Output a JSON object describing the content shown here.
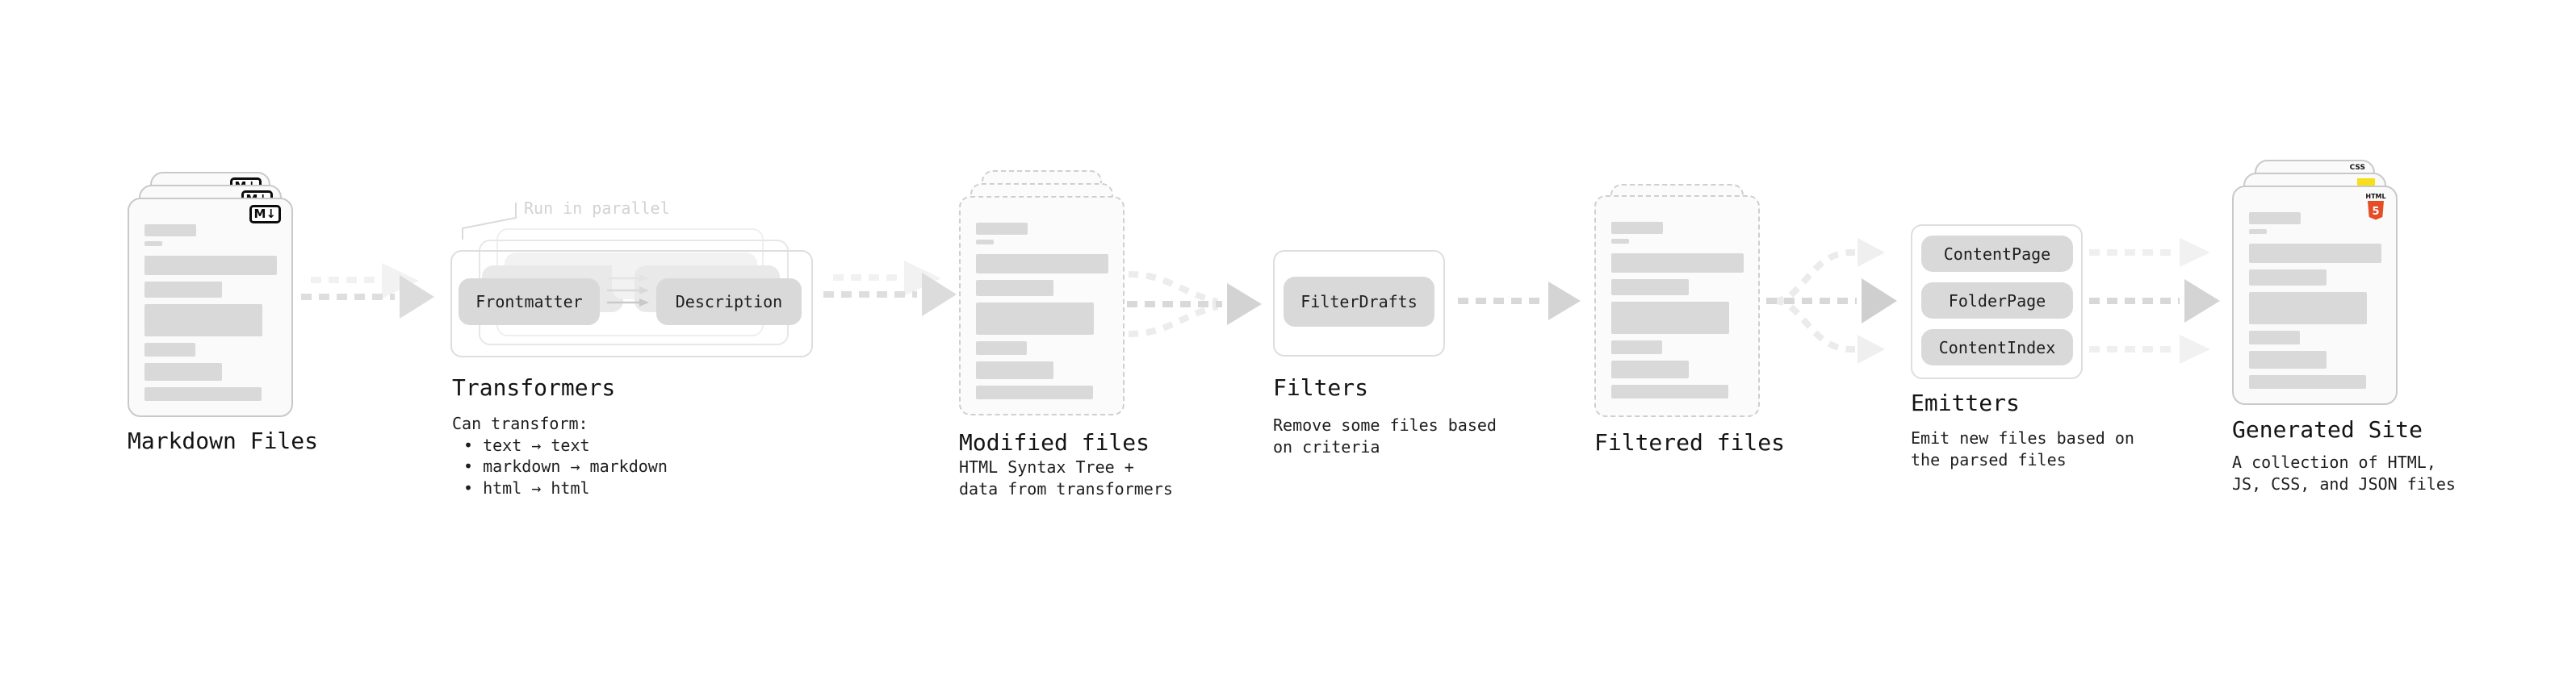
{
  "diagram": {
    "markdown_files": {
      "label": "Markdown Files",
      "badge": "M↓"
    },
    "transformers": {
      "title": "Transformers",
      "note": "Run in parallel",
      "chip_left": "Frontmatter",
      "chip_right": "Description",
      "intro": "Can transform:",
      "bullets": [
        "• text → text",
        "• markdown → markdown",
        "• html → html"
      ]
    },
    "modified_files": {
      "label": "Modified files",
      "subtitle": "HTML Syntax Tree +\ndata from transformers"
    },
    "filters": {
      "title": "Filters",
      "chip": "FilterDrafts",
      "subtitle": "Remove some files based\non criteria"
    },
    "filtered_files": {
      "label": "Filtered files"
    },
    "emitters": {
      "title": "Emitters",
      "chips": [
        "ContentPage",
        "FolderPage",
        "ContentIndex"
      ],
      "subtitle": "Emit new files based on\nthe parsed files"
    },
    "generated_site": {
      "label": "Generated Site",
      "subtitle": "A collection of HTML,\nJS, CSS, and JSON files",
      "css_badge": "CSS",
      "html_badge_label": "HTML",
      "html_badge_number": "5"
    }
  },
  "colors": {
    "html5_orange": "#e44d26",
    "js_yellow": "#f7df1e",
    "css_blue": "#2b5ce6",
    "bar_gray": "#d9d9d9",
    "arrow_gray": "#d8d8d8",
    "arrow_light": "#efefef"
  }
}
